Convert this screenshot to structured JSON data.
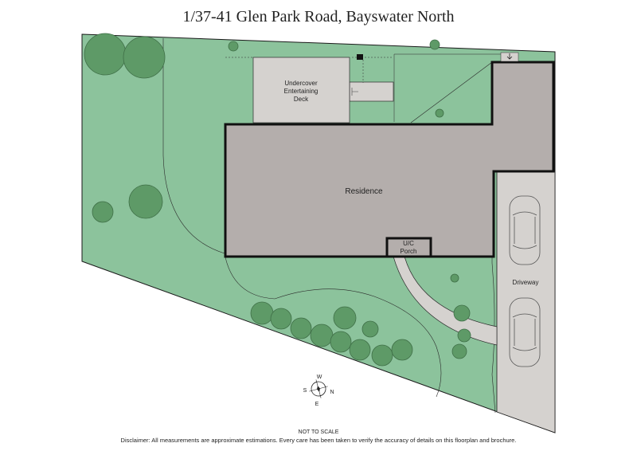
{
  "title": "1/37-41 Glen Park Road, Bayswater North",
  "areas": {
    "deck": [
      "Undercover",
      "Entertaining",
      "Deck"
    ],
    "residence": "Residence",
    "porch": [
      "U/C",
      "Porch"
    ],
    "driveway": "Driveway"
  },
  "compass": {
    "w": "W",
    "s": "S",
    "n": "N",
    "e": "E"
  },
  "footer": {
    "scale_note": "NOT TO SCALE",
    "disclaimer": "Disclaimer: All measurements are approximate estimations. Every care has been taken to verify the accuracy of details on this floorplan and brochure."
  },
  "colors": {
    "lawn": "#8cc39c",
    "paving": "#d5d2cf",
    "residence": "#b4aeac",
    "tree": "#5e9a67",
    "outline": "#1a1a1a"
  }
}
